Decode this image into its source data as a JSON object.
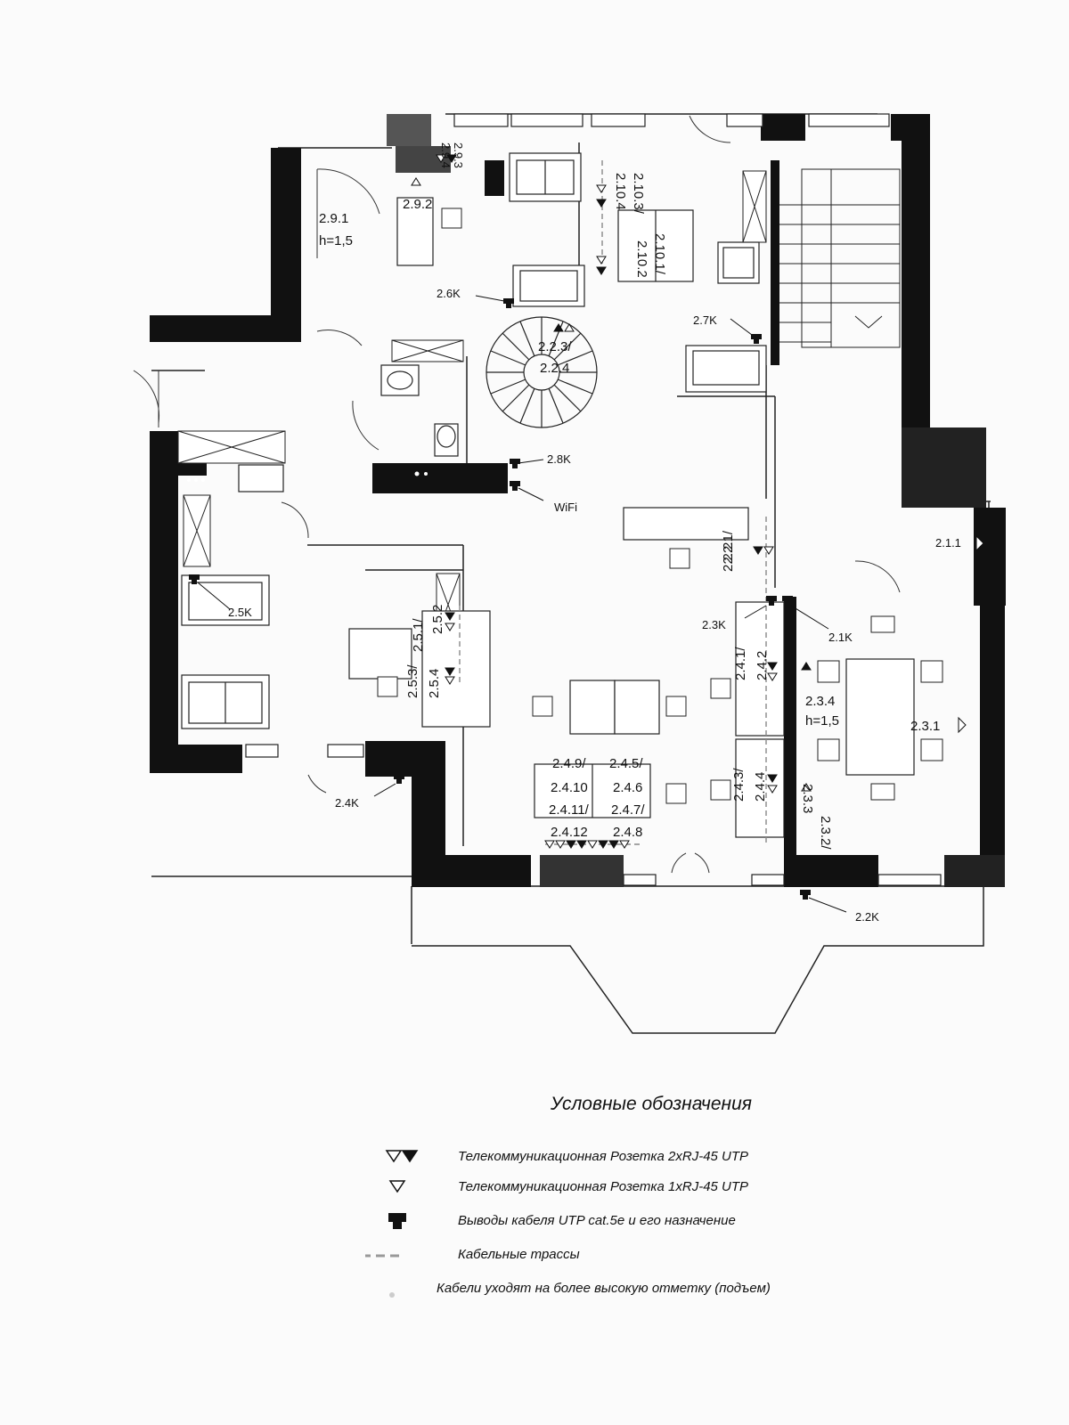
{
  "rooms": {
    "r291": "2.9.1",
    "r291h": "h=1,5",
    "r292": "2.9.2",
    "r293": "2.9.3",
    "r294": "2.9.4",
    "r2103": "2.10.3/",
    "r2104": "2.10.4",
    "r2101": "2.10.1/",
    "r2102": "2.10.2",
    "r26k": "2.6K",
    "r27k": "2.7K",
    "r223": "2.2.3/",
    "r224": "2.2.4",
    "r28k": "2.8K",
    "wifi": "WiFi",
    "r221": "2.2.1/",
    "r222": "2.2.2",
    "r211": "2.1.1",
    "r25k": "2.5K",
    "r253": "2.5.3/",
    "r254": "2.5.4",
    "r251": "2.5.1/",
    "r252": "2.5.2",
    "r23k": "2.3K",
    "r241": "2.4.1/",
    "r242": "2.4.2",
    "r21k": "2.1K",
    "r234": "2.3.4",
    "r234h": "h=1,5",
    "r231": "2.3.1",
    "r243": "2.4.3/",
    "r244": "2.4.4",
    "r232": "2.3.2/",
    "r233": "2.3.3",
    "r249": "2.4.9/",
    "r2410": "2.4.10",
    "r2411": "2.4.11/",
    "r2412": "2.4.12",
    "r245": "2.4.5/",
    "r246": "2.4.6",
    "r247": "2.4.7/",
    "r248": "2.4.8",
    "r24k": "2.4K",
    "r22k": "2.2K"
  },
  "legend": {
    "title": "Условные обозначения",
    "items": [
      {
        "symbol": "outlet-2x-icon",
        "text": "Телекоммуникационная Розетка 2xRJ-45 UTP"
      },
      {
        "symbol": "outlet-1x-icon",
        "text": "Телекоммуникационная Розетка 1xRJ-45 UTP"
      },
      {
        "symbol": "cable-outlet-icon",
        "text": "Выводы кабеля UTP cat.5e и его назначение"
      },
      {
        "symbol": "cable-route-icon",
        "text": "Кабельные трассы"
      },
      {
        "symbol": "cable-up-icon",
        "text": "Кабели уходят на более высокую отметку (подъем)"
      }
    ]
  }
}
